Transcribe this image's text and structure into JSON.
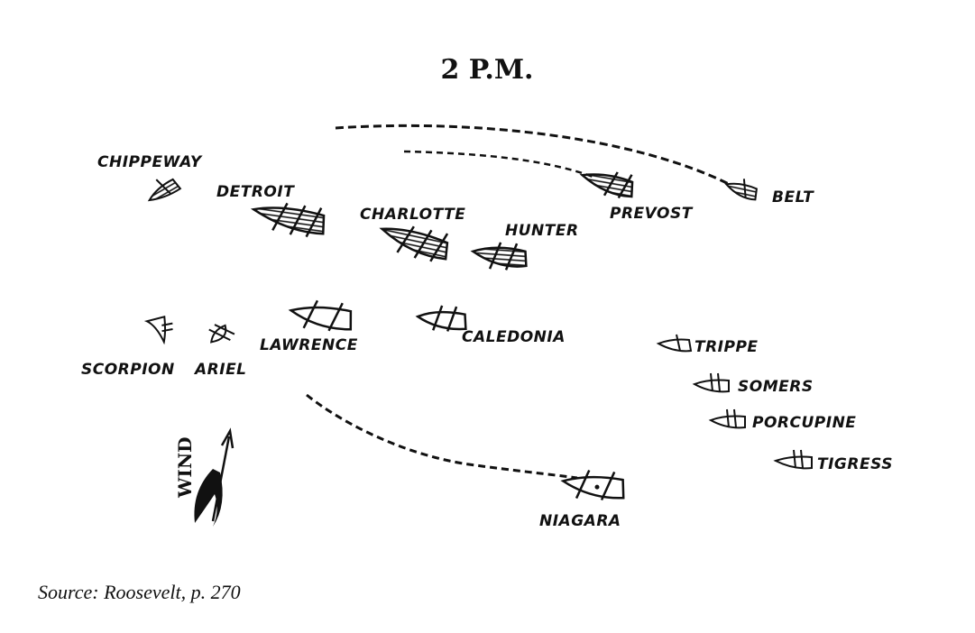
{
  "title": "2 P.M.",
  "wind_label": "WIND",
  "caption": "Source: Roosevelt, p. 270",
  "ships": {
    "chippeway": "CHIPPEWAY",
    "detroit": "DETROIT",
    "charlotte": "CHARLOTTE",
    "hunter": "HUNTER",
    "prevost": "PREVOST",
    "belt": "BELT",
    "scorpion": "SCORPION",
    "ariel": "ARIEL",
    "lawrence": "LAWRENCE",
    "caledonia": "CALEDONIA",
    "trippe": "TRIPPE",
    "somers": "SOMERS",
    "porcupine": "PORCUPINE",
    "tigress": "TIGRESS",
    "niagara": "NIAGARA"
  }
}
